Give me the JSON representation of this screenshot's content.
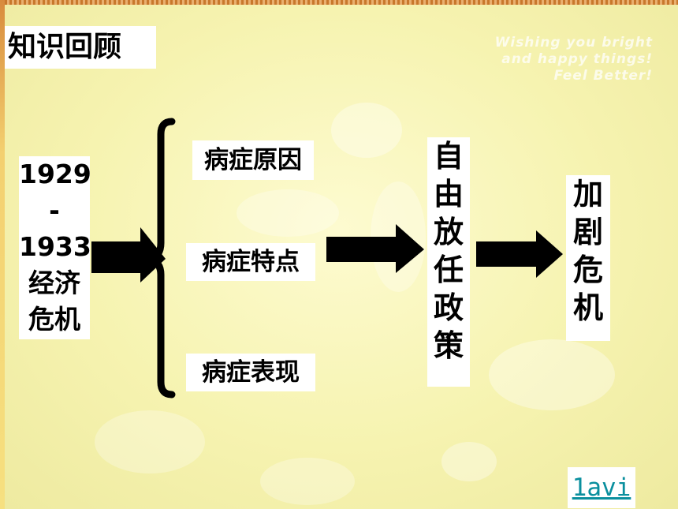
{
  "title": "知识回顾",
  "background_text": [
    "Wishing you bright",
    "and happy things!",
    "Feel Better!"
  ],
  "crisis": [
    "1929",
    "-",
    "1933",
    "经济",
    "危机"
  ],
  "symptoms": [
    "病症原因",
    "病症特点",
    "病症表现"
  ],
  "policy": [
    "自",
    "由",
    "放",
    "任",
    "政",
    "策"
  ],
  "result": [
    "加",
    "剧",
    "危",
    "机"
  ],
  "link_label": "1avi",
  "colors": {
    "background": "#f6f3b0",
    "box": "#ffffff",
    "text": "#000000",
    "link": "#0a8f9e"
  }
}
